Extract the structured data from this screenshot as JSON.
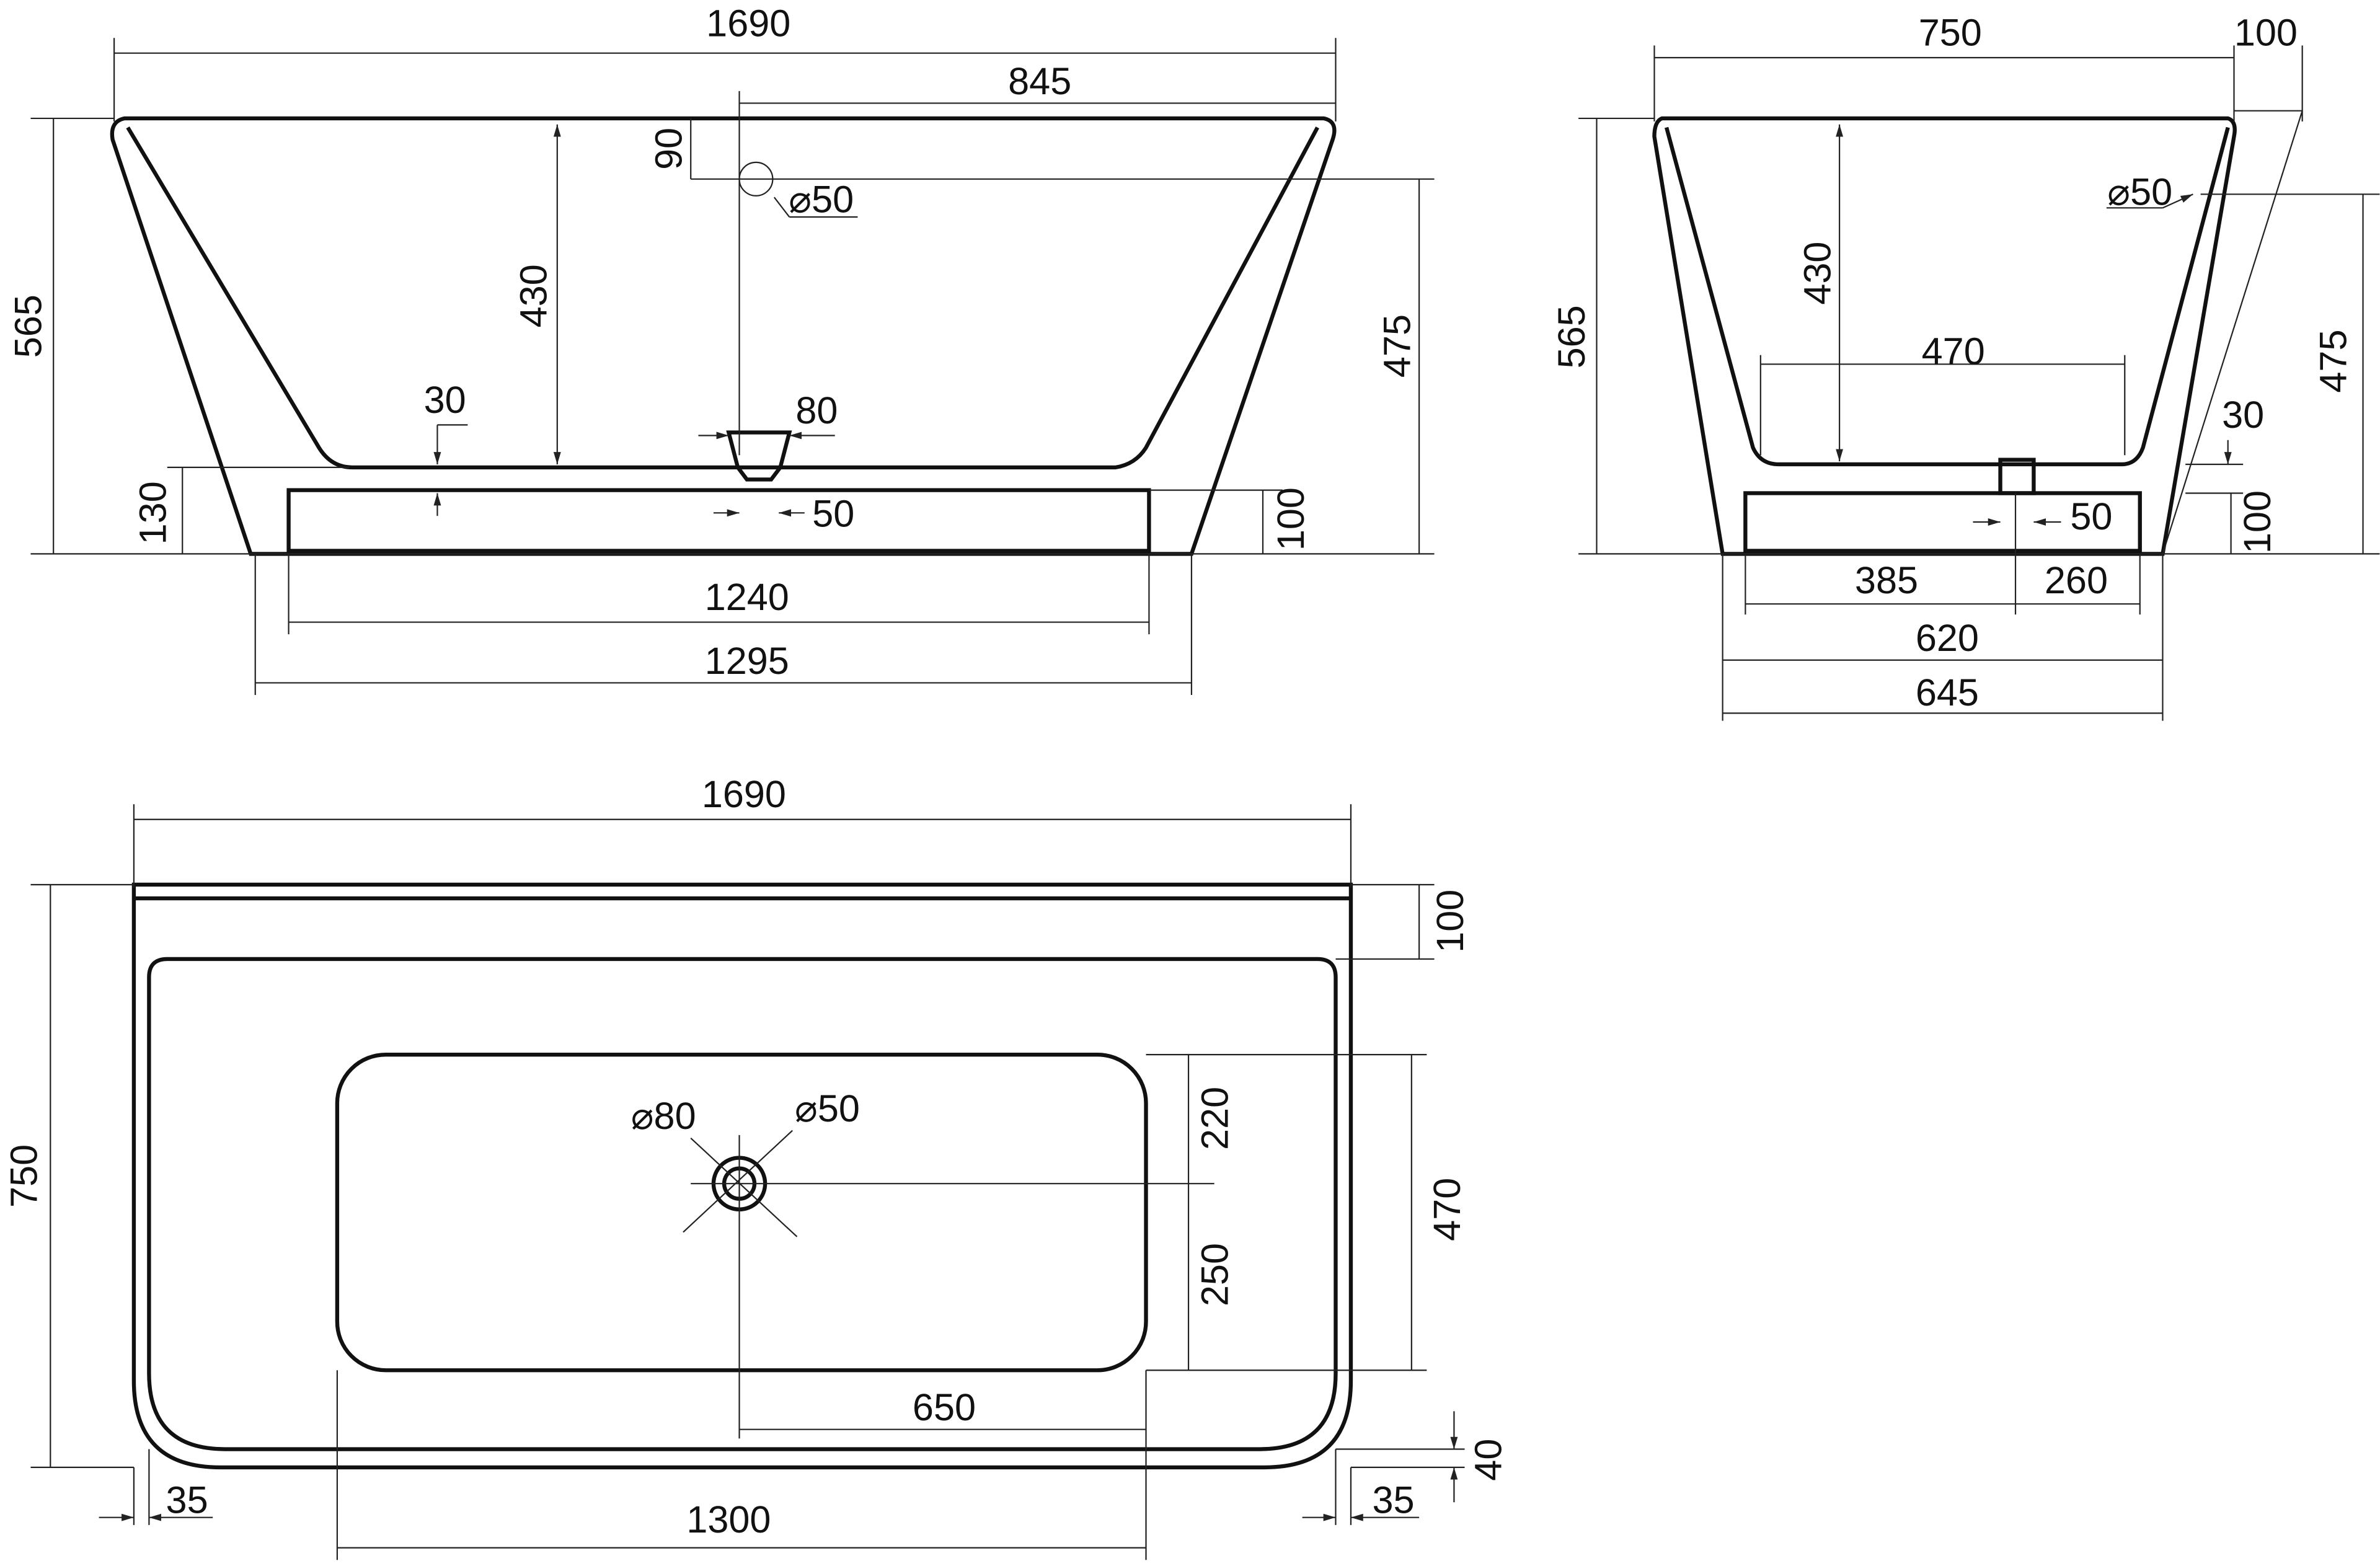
{
  "front_view": {
    "overall_length": "1690",
    "half_length": "845",
    "overall_height": "565",
    "inner_depth": "430",
    "overflow_offset": "90",
    "overflow_diameter": "⌀50",
    "overflow_height": "475",
    "bottom_thickness": "30",
    "base_height_total": "130",
    "drain_width": "80",
    "drain_pipe": "50",
    "plinth_height": "100",
    "plinth_length": "1240",
    "base_length": "1295"
  },
  "side_view": {
    "overall_width": "750",
    "rim_offset": "100",
    "overall_height": "565",
    "inner_depth": "430",
    "overflow_diameter": "⌀50",
    "bottom_width": "470",
    "overflow_height": "475",
    "bottom_thickness": "30",
    "drain_pipe": "50",
    "plinth_height": "100",
    "drain_left": "385",
    "drain_right": "260",
    "plinth_width": "620",
    "base_width": "645"
  },
  "top_view": {
    "overall_length": "1690",
    "rim_depth": "100",
    "overall_width": "750",
    "drain_diameter": "⌀80",
    "pipe_diameter": "⌀50",
    "drain_to_back": "220",
    "basin_width": "470",
    "drain_to_front": "250",
    "drain_to_end": "650",
    "front_gap": "40",
    "side_gap_left": "35",
    "side_gap_right": "35",
    "basin_length": "1300"
  }
}
